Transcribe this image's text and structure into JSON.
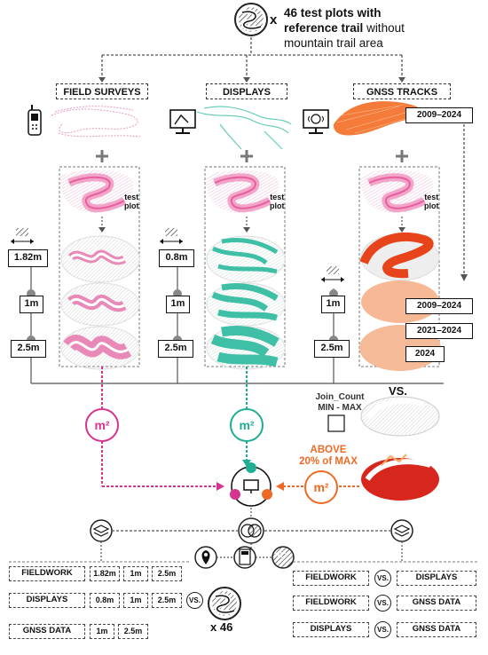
{
  "title": {
    "line1": "46 test plots with",
    "line2_bold": "reference trail",
    "line2_rest": " without",
    "line3": "mountain trail area",
    "multiplier": "x"
  },
  "columns": {
    "field_surveys": "FIELD SURVEYS",
    "displays": "DISPLAYS",
    "gnss_tracks": "GNSS TRACKS"
  },
  "test_plot_label": [
    "test",
    "plot"
  ],
  "widths": {
    "fs_top": "1.82m",
    "disp_top": "0.8m",
    "one_m": "1m",
    "two_five": "2.5m"
  },
  "years": {
    "top": "2009–2024",
    "a": "2009–2024",
    "b": "2021–2024",
    "c": "2024"
  },
  "vs_label": "VS.",
  "join_count": {
    "line1": "Join_Count",
    "line2": "MIN - MAX"
  },
  "above_max": {
    "line1": "ABOVE",
    "line2": "20% of MAX"
  },
  "m2": "m²",
  "bottom_left": {
    "rows": [
      {
        "label": "FIELDWORK",
        "values": [
          "1.82m",
          "1m",
          "2.5m"
        ]
      },
      {
        "label": "DISPLAYS",
        "values": [
          "0.8m",
          "1m",
          "2.5m"
        ]
      },
      {
        "label": "GNSS DATA",
        "values": [
          "1m",
          "2.5m"
        ]
      }
    ],
    "vs": "VS.",
    "times": "x 46"
  },
  "bottom_right": {
    "rows": [
      {
        "left": "FIELDWORK",
        "vs": "VS.",
        "right": "DISPLAYS"
      },
      {
        "left": "FIELDWORK",
        "vs": "VS.",
        "right": "GNSS DATA"
      },
      {
        "left": "DISPLAYS",
        "vs": "VS.",
        "right": "GNSS DATA"
      }
    ]
  },
  "colors": {
    "pink": "#d6348f",
    "teal": "#1fae93",
    "orange": "#ee6a24",
    "dark": "#111111"
  }
}
